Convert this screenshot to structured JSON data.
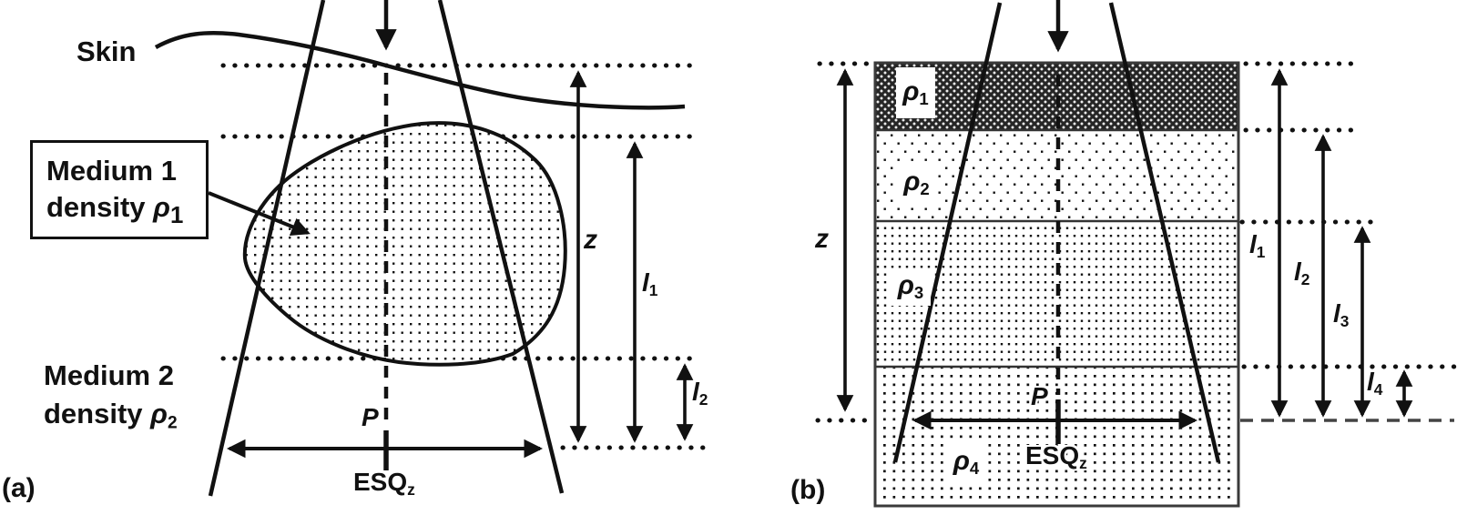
{
  "panel_a": {
    "tag": "(a)",
    "skin_label": "Skin",
    "medium1": {
      "line1": "Medium 1",
      "line2": "density",
      "symbol": "ρ",
      "sub": "1"
    },
    "medium2": {
      "line1": "Medium 2",
      "line2": "density",
      "symbol": "ρ",
      "sub": "2"
    },
    "depth_label": "z",
    "l1": {
      "base": "l",
      "sub": "1"
    },
    "l2": {
      "base": "l",
      "sub": "2"
    },
    "p_label": "P",
    "esq": {
      "base": "ESQ",
      "sub": "z"
    }
  },
  "panel_b": {
    "tag": "(b)",
    "layers": [
      {
        "symbol": "ρ",
        "sub": "1"
      },
      {
        "symbol": "ρ",
        "sub": "2"
      },
      {
        "symbol": "ρ",
        "sub": "3"
      },
      {
        "symbol": "ρ",
        "sub": "4"
      }
    ],
    "depth_label": "z",
    "l1": {
      "base": "l",
      "sub": "1"
    },
    "l2": {
      "base": "l",
      "sub": "2"
    },
    "l3": {
      "base": "l",
      "sub": "3"
    },
    "l4": {
      "base": "l",
      "sub": "4"
    },
    "p_label": "P",
    "esq": {
      "base": "ESQ",
      "sub": "z"
    }
  },
  "colors": {
    "ink": "#111111",
    "background": "#ffffff"
  }
}
